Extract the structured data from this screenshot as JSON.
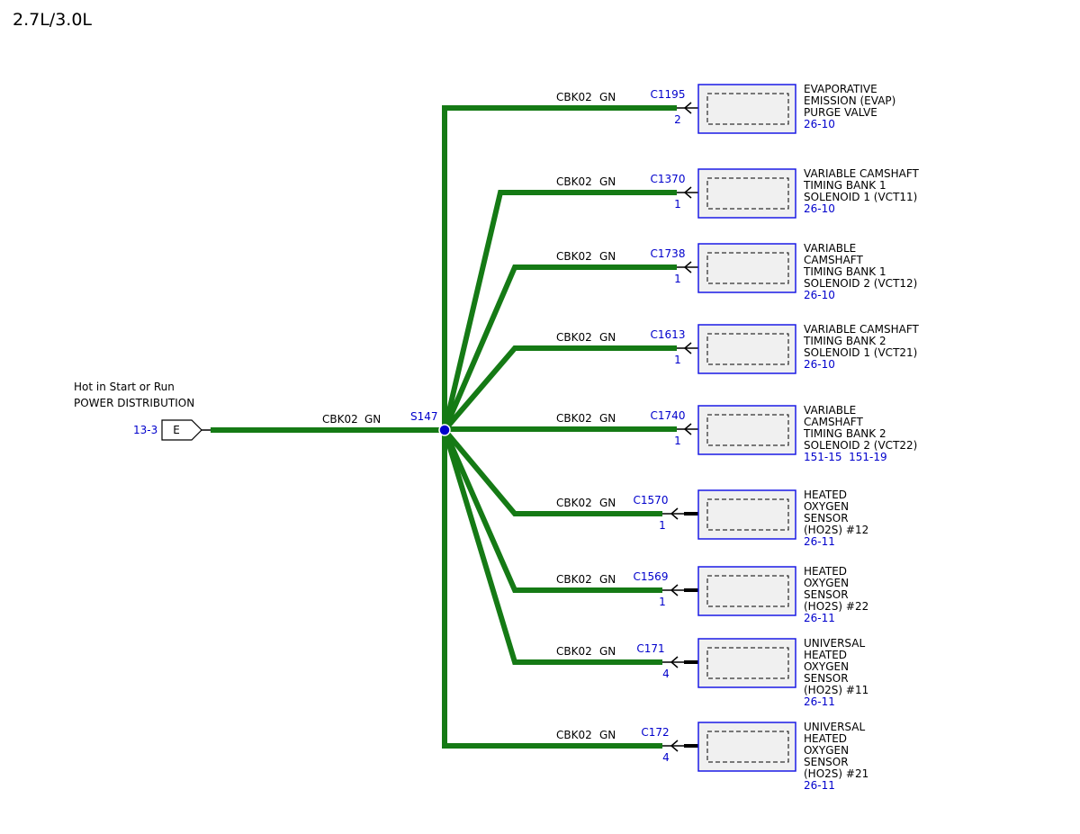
{
  "title": "2.7L/3.0L",
  "source": {
    "line1": "Hot in Start or Run",
    "line2": "POWER DISTRIBUTION",
    "ref": "13-3",
    "connector_letter": "E",
    "wire_circuit": "CBK02",
    "wire_color": "GN"
  },
  "splice": {
    "label": "S147",
    "color": "#0000cc"
  },
  "wire_color_hex": "#157a15",
  "branches": [
    {
      "circuit": "CBK02",
      "color": "GN",
      "connector": "C1195",
      "pin": "2",
      "lines": [
        "EVAPORATIVE",
        "EMISSION (EVAP)",
        "PURGE VALVE"
      ],
      "ref": "26-10"
    },
    {
      "circuit": "CBK02",
      "color": "GN",
      "connector": "C1370",
      "pin": "1",
      "lines": [
        "VARIABLE CAMSHAFT",
        "TIMING BANK 1",
        "SOLENOID 1 (VCT11)"
      ],
      "ref": "26-10"
    },
    {
      "circuit": "CBK02",
      "color": "GN",
      "connector": "C1738",
      "pin": "1",
      "lines": [
        "VARIABLE",
        "CAMSHAFT",
        "TIMING BANK 1",
        "SOLENOID 2 (VCT12)"
      ],
      "ref": "26-10"
    },
    {
      "circuit": "CBK02",
      "color": "GN",
      "connector": "C1613",
      "pin": "1",
      "lines": [
        "VARIABLE CAMSHAFT",
        "TIMING BANK 2",
        "SOLENOID 1 (VCT21)"
      ],
      "ref": "26-10"
    },
    {
      "circuit": "CBK02",
      "color": "GN",
      "connector": "C1740",
      "pin": "1",
      "lines": [
        "VARIABLE",
        "CAMSHAFT",
        "TIMING BANK 2",
        "SOLENOID 2 (VCT22)"
      ],
      "ref": "151-15  151-19"
    },
    {
      "circuit": "CBK02",
      "color": "GN",
      "connector": "C1570",
      "pin": "1",
      "lines": [
        "HEATED",
        "OXYGEN",
        "SENSOR",
        "(HO2S) #12"
      ],
      "ref": "26-11"
    },
    {
      "circuit": "CBK02",
      "color": "GN",
      "connector": "C1569",
      "pin": "1",
      "lines": [
        "HEATED",
        "OXYGEN",
        "SENSOR",
        "(HO2S) #22"
      ],
      "ref": "26-11"
    },
    {
      "circuit": "CBK02",
      "color": "GN",
      "connector": "C171",
      "pin": "4",
      "lines": [
        "UNIVERSAL",
        "HEATED",
        "OXYGEN",
        "SENSOR",
        "(HO2S) #11"
      ],
      "ref": "26-11"
    },
    {
      "circuit": "CBK02",
      "color": "GN",
      "connector": "C172",
      "pin": "4",
      "lines": [
        "UNIVERSAL",
        "HEATED",
        "OXYGEN",
        "SENSOR",
        "(HO2S) #21"
      ],
      "ref": "26-11"
    }
  ]
}
